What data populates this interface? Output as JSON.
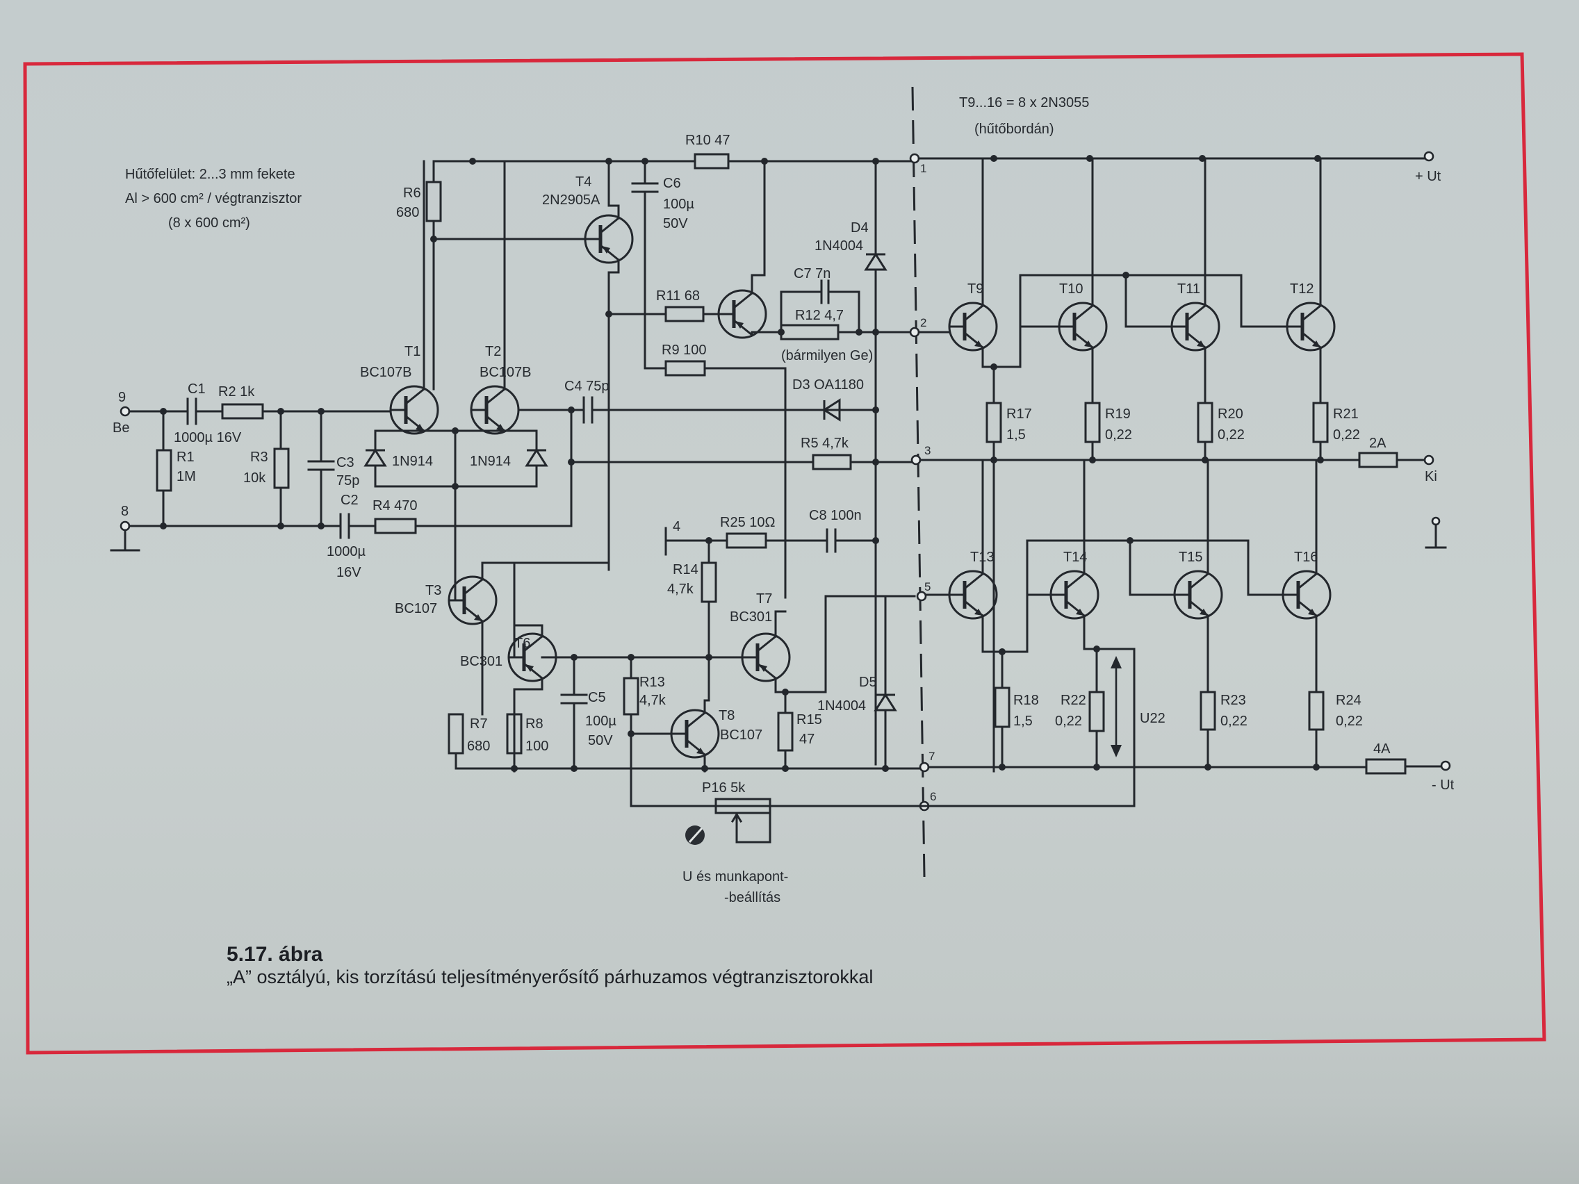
{
  "figure": {
    "title": "5.17. ábra",
    "caption": "„A” osztályú, kis torzítású teljesítményerősítő párhuzamos végtranzisztorokkal",
    "note_lines": [
      "Hűtőfelület: 2...3 mm fekete",
      "Al > 600 cm² / végtranzisztor",
      "(8 x 600 cm²)"
    ],
    "power_transistors_note": [
      "T9...16 = 8 x 2N3055",
      "(hűtőbordán)"
    ],
    "adjust_note": [
      "U  és munkapont-",
      "-beállítás"
    ]
  },
  "terminals": {
    "in": {
      "num": "9",
      "name": "Be"
    },
    "gnd": {
      "num": "8"
    },
    "out": {
      "name": "Ki"
    },
    "vplus": "+ Ut",
    "vminus": "- Ut",
    "t4": "4"
  },
  "node_numbers": [
    "1",
    "2",
    "3",
    "5",
    "7",
    "6"
  ],
  "components": {
    "C1": "C1",
    "C1v": "1000µ 16V",
    "R2": "R2 1k",
    "R1": "R1",
    "R1v": "1M",
    "R3": "R3",
    "R3v": "10k",
    "C3": "C3",
    "C3v": "75p",
    "C2": "C2",
    "C2v": [
      "1000µ",
      "16V"
    ],
    "R4": "R4 470",
    "R6": "R6",
    "R6v": "680",
    "T1": "T1",
    "T1t": "BC107B",
    "T2": "T2",
    "T2t": "BC107B",
    "D_T1": "1N914",
    "D_T2": "1N914",
    "T4": "T4",
    "T4t": "2N2905A",
    "C6": "C6",
    "C6v": [
      "100µ",
      "50V"
    ],
    "R10": "R10 47",
    "R11": "R11 68",
    "R9": "R9 100",
    "C4": "C4 75p",
    "C7": "C7  7n",
    "R12": "R12 4,7",
    "R12n": "(bármilyen Ge)",
    "D4": "D4",
    "D4t": "1N4004",
    "D3": "D3  OA1180",
    "R5": "R5  4,7k",
    "T3": "T3",
    "T3t": "BC107",
    "T6": "T6",
    "T6t": "BC301",
    "R7": "R7",
    "R7v": "680",
    "R8": "R8",
    "R8v": "100",
    "C5": "C5",
    "C5v": [
      "100µ",
      "50V"
    ],
    "R13": "R13",
    "R13v": "4,7k",
    "T8": "T8",
    "T8t": "BC107",
    "R14": "R14",
    "R14v": "4,7k",
    "R25": "R25 10Ω",
    "C8": "C8 100n",
    "T7": "T7",
    "T7t": "BC301",
    "R15": "R15",
    "R15v": "47",
    "D5": "D5",
    "D5t": "1N4004",
    "P16": "P16  5k",
    "fuse_top": "2A",
    "fuse_bot": "4A",
    "U22": "U22"
  },
  "power_upper": [
    {
      "t": "T9",
      "r": "R17",
      "v": "1,5"
    },
    {
      "t": "T10",
      "r": "R19",
      "v": "0,22"
    },
    {
      "t": "T11",
      "r": "R20",
      "v": "0,22"
    },
    {
      "t": "T12",
      "r": "R21",
      "v": "0,22"
    }
  ],
  "power_lower": [
    {
      "t": "T13",
      "r": "R18",
      "v": "1,5"
    },
    {
      "t": "T14",
      "r": "R22",
      "v": "0,22"
    },
    {
      "t": "T15",
      "r": "R23",
      "v": "0,22"
    },
    {
      "t": "T16",
      "r": "R24",
      "v": "0,22"
    }
  ],
  "colors": {
    "frame": "#d8283c",
    "ink": "#23272c",
    "paper": "#c6cdcd"
  }
}
